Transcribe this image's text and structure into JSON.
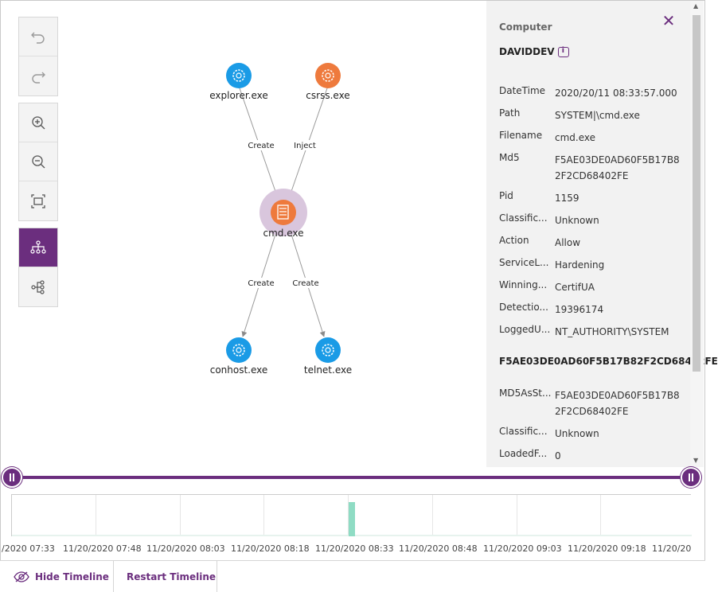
{
  "toolbar": {
    "undo": "undo-icon",
    "redo": "redo-icon",
    "zoom_in": "zoom-in-icon",
    "zoom_out": "zoom-out-icon",
    "fit": "fit-screen-icon",
    "hierarchy": "hierarchy-layout-icon",
    "tree": "tree-layout-icon"
  },
  "graph": {
    "nodes": [
      {
        "id": "explorer",
        "label": "explorer.exe",
        "color": "#1a9be6"
      },
      {
        "id": "csrss",
        "label": "csrss.exe",
        "color": "#ee7a3d"
      },
      {
        "id": "cmd",
        "label": "cmd.exe",
        "color": "#ee7a3d"
      },
      {
        "id": "conhost",
        "label": "conhost.exe",
        "color": "#1a9be6"
      },
      {
        "id": "telnet",
        "label": "telnet.exe",
        "color": "#1a9be6"
      }
    ],
    "edges": [
      {
        "from": "explorer",
        "to": "cmd",
        "label": "Create"
      },
      {
        "from": "csrss",
        "to": "cmd",
        "label": "Inject"
      },
      {
        "from": "cmd",
        "to": "conhost",
        "label": "Create"
      },
      {
        "from": "cmd",
        "to": "telnet",
        "label": "Create"
      }
    ]
  },
  "panel": {
    "title": "Computer",
    "host": "DAVIDDEV",
    "rows": [
      {
        "k": "DateTime",
        "v": "2020/20/11 08:33:57.000"
      },
      {
        "k": "Path",
        "v": "SYSTEM|\\cmd.exe"
      },
      {
        "k": "Filename",
        "v": "cmd.exe"
      },
      {
        "k": "Md5",
        "v": "F5AE03DE0AD60F5B17B82F2CD68402FE"
      },
      {
        "k": "Pid",
        "v": "1159"
      },
      {
        "k": "Classific...",
        "v": "Unknown"
      },
      {
        "k": "Action",
        "v": "Allow"
      },
      {
        "k": "ServiceL...",
        "v": "Hardening"
      },
      {
        "k": "Winning...",
        "v": "CertifUA"
      },
      {
        "k": "Detectio...",
        "v": "19396174"
      },
      {
        "k": "LoggedU...",
        "v": "NT_AUTHORITY\\SYSTEM"
      }
    ],
    "section2": "F5AE03DE0AD60F5B17B82F2CD68402FE",
    "rows2": [
      {
        "k": "MD5AsSt...",
        "v": "F5AE03DE0AD60F5B17B82F2CD68402FE"
      },
      {
        "k": "Classific...",
        "v": "Unknown"
      },
      {
        "k": "LoadedF...",
        "v": "0"
      }
    ]
  },
  "timeline": {
    "ticks": [
      "/2020 07:33",
      "11/20/2020 07:48",
      "11/20/2020 08:03",
      "11/20/2020 08:18",
      "11/20/2020 08:33",
      "11/20/2020 08:48",
      "11/20/2020 09:03",
      "11/20/2020 09:18",
      "11/20/20"
    ]
  },
  "footer": {
    "hide_label": "Hide Timeline",
    "restart_label": "Restart Timeline"
  },
  "colors": {
    "accent": "#6b2e7e",
    "blue_node": "#1a9be6",
    "orange_node": "#ee7a3d",
    "timeline_bar": "#8fdcc4"
  }
}
